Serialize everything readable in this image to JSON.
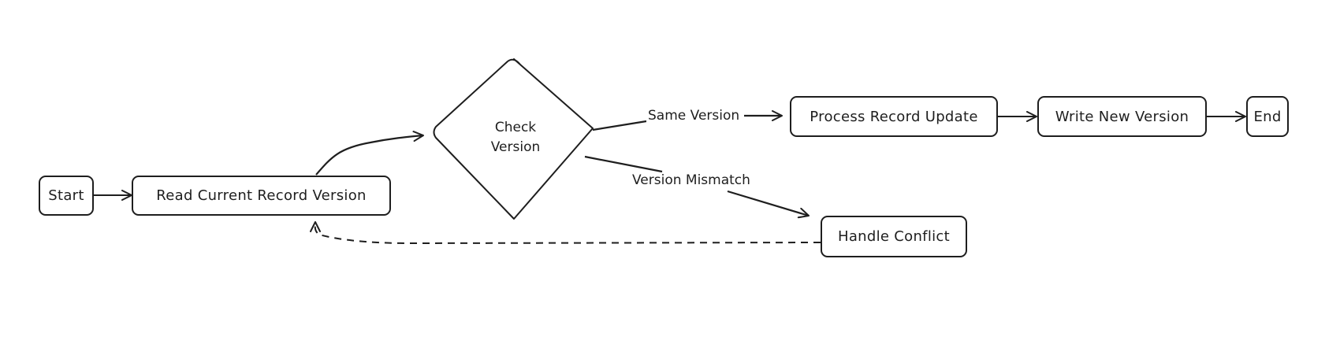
{
  "nodes": {
    "start": "Start",
    "read_version": "Read Current Record Version",
    "check_version_line1": "Check",
    "check_version_line2": "Version",
    "process_update": "Process Record Update",
    "write_version": "Write New Version",
    "end": "End",
    "handle_conflict": "Handle Conflict"
  },
  "edges": {
    "same_version": "Same Version",
    "version_mismatch": "Version Mismatch"
  },
  "colors": {
    "stroke": "#1e1e1e",
    "background": "#ffffff"
  }
}
